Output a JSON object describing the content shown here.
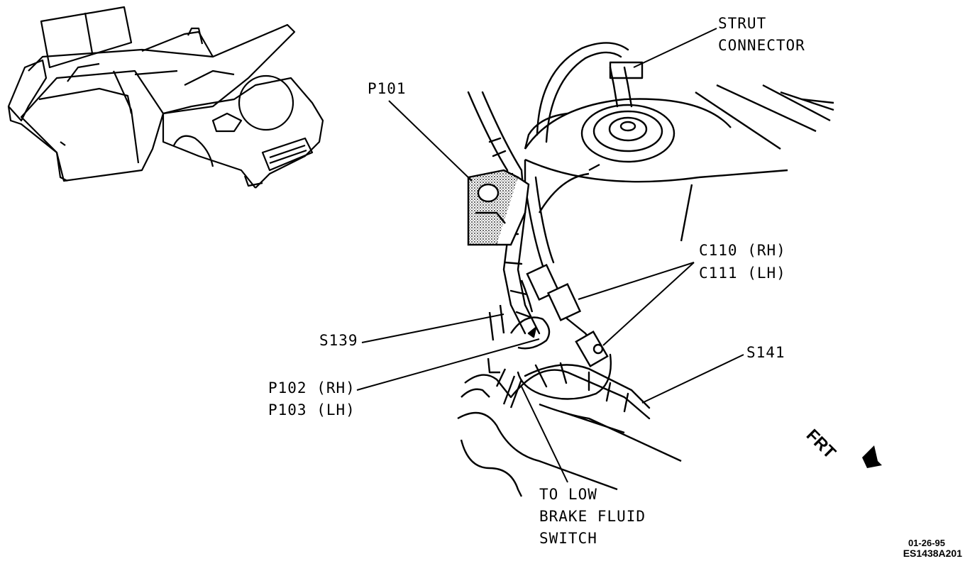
{
  "labels": {
    "strut_connector": "STRUT\nCONNECTOR",
    "p101": "P101",
    "c110": "C110 (RH)",
    "c111": "C111 (LH)",
    "s139": "S139",
    "s141": "S141",
    "p102": "P102 (RH)",
    "p103": "P103 (LH)",
    "brake": "TO LOW\nBRAKE FLUID\nSWITCH"
  },
  "direction": "FRT",
  "footer": {
    "date": "01-26-95",
    "code": "ES1438A201"
  }
}
